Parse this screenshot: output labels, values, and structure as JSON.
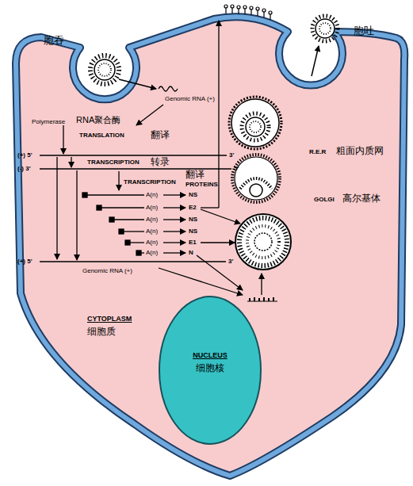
{
  "diagram": {
    "nodes": [
      {
        "text": [
          "CYTOPLASM",
          "细胞质"
        ]
      },
      {
        "text": [
          "NUCLEUS",
          "细胞核"
        ],
        "in": 0
      }
    ],
    "labels": [
      "胞吞",
      "胞吐",
      "Genomic RNA (+)",
      "Polymerase",
      "RNA聚合酶",
      "TRANSLATION",
      "翻译",
      "(+) 5'",
      "3'",
      "(-) 3'",
      "TRANSCRIPTION",
      "转录",
      "5'",
      "TRANSCRIPTION",
      "翻译",
      "PROTEINS",
      "A(n)",
      "A(n)",
      "A(n)",
      "A(n)",
      "A(n)",
      "A(n)",
      "NS",
      "E2",
      "NS",
      "NS",
      "E1",
      "N",
      "(+) 5'",
      "3'",
      "Genomic RNA (+)",
      "R.E.R",
      "粗面内质网",
      "GOLGI",
      "高尔基体"
    ]
  }
}
